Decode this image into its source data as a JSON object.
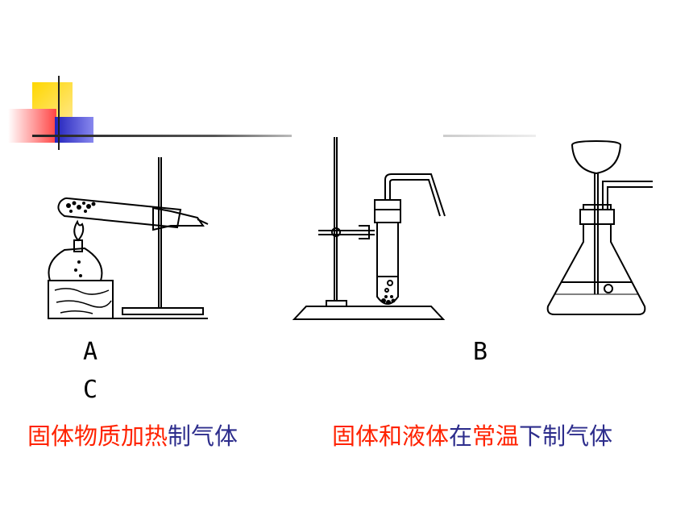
{
  "labels": {
    "a": "A",
    "b": "B",
    "c": "C"
  },
  "caption_left": {
    "parts": [
      {
        "text": "固体物质",
        "color": "red"
      },
      {
        "text": "加热",
        "color": "red"
      },
      {
        "text": "制气体",
        "color": "blue"
      }
    ]
  },
  "caption_right": {
    "parts": [
      {
        "text": "固体和液体",
        "color": "red"
      },
      {
        "text": "在",
        "color": "blue"
      },
      {
        "text": "常温",
        "color": "red"
      },
      {
        "text": "下",
        "color": "blue"
      },
      {
        "text": "制气体",
        "color": "blue"
      }
    ]
  },
  "colors": {
    "red": "#ff2200",
    "blue": "#2d2d8c",
    "deco_yellow": "#ffd700",
    "deco_red": "#ff3333",
    "deco_blue": "#2222bb"
  }
}
